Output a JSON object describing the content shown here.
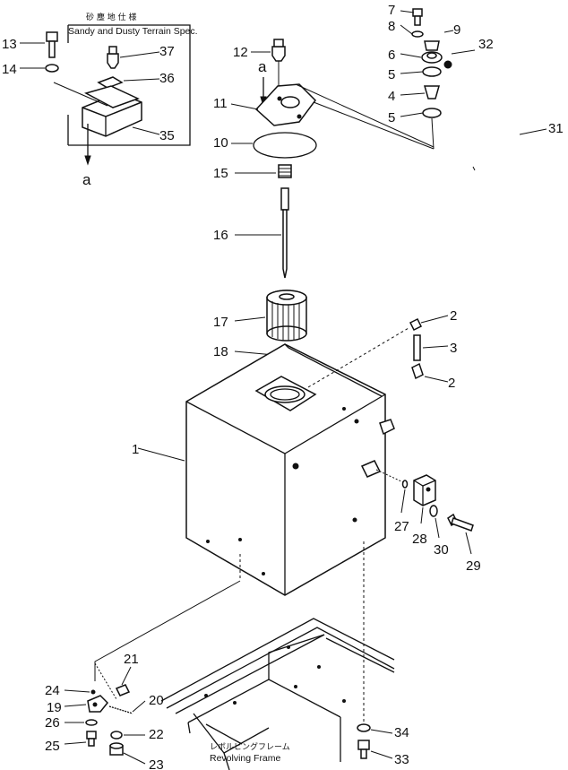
{
  "spec_box": {
    "title_jp": "砂 塵 地 仕 様",
    "title_en": "Sandy and Dusty Terrain Spec."
  },
  "frame_caption": {
    "jp": "レボルビングフレーム",
    "en": "Revolving  Frame"
  },
  "callouts": {
    "c1": "1",
    "c2a": "2",
    "c2b": "2",
    "c3": "3",
    "c4": "4",
    "c5a": "5",
    "c5b": "5",
    "c6": "6",
    "c7": "7",
    "c8": "8",
    "c9": "9",
    "c10": "10",
    "c11": "11",
    "c12": "12",
    "c13": "13",
    "c14": "14",
    "c15": "15",
    "c16": "16",
    "c17": "17",
    "c18": "18",
    "c19": "19",
    "c20": "20",
    "c21": "21",
    "c22": "22",
    "c23": "23",
    "c24": "24",
    "c25": "25",
    "c26": "26",
    "c27": "27",
    "c28": "28",
    "c29": "29",
    "c30": "30",
    "c31": "31",
    "c32": "32",
    "c33": "33",
    "c34": "34",
    "c35": "35",
    "c36": "36",
    "c37": "37"
  },
  "ref_letters": {
    "a_top": "a",
    "a_box": "a"
  }
}
